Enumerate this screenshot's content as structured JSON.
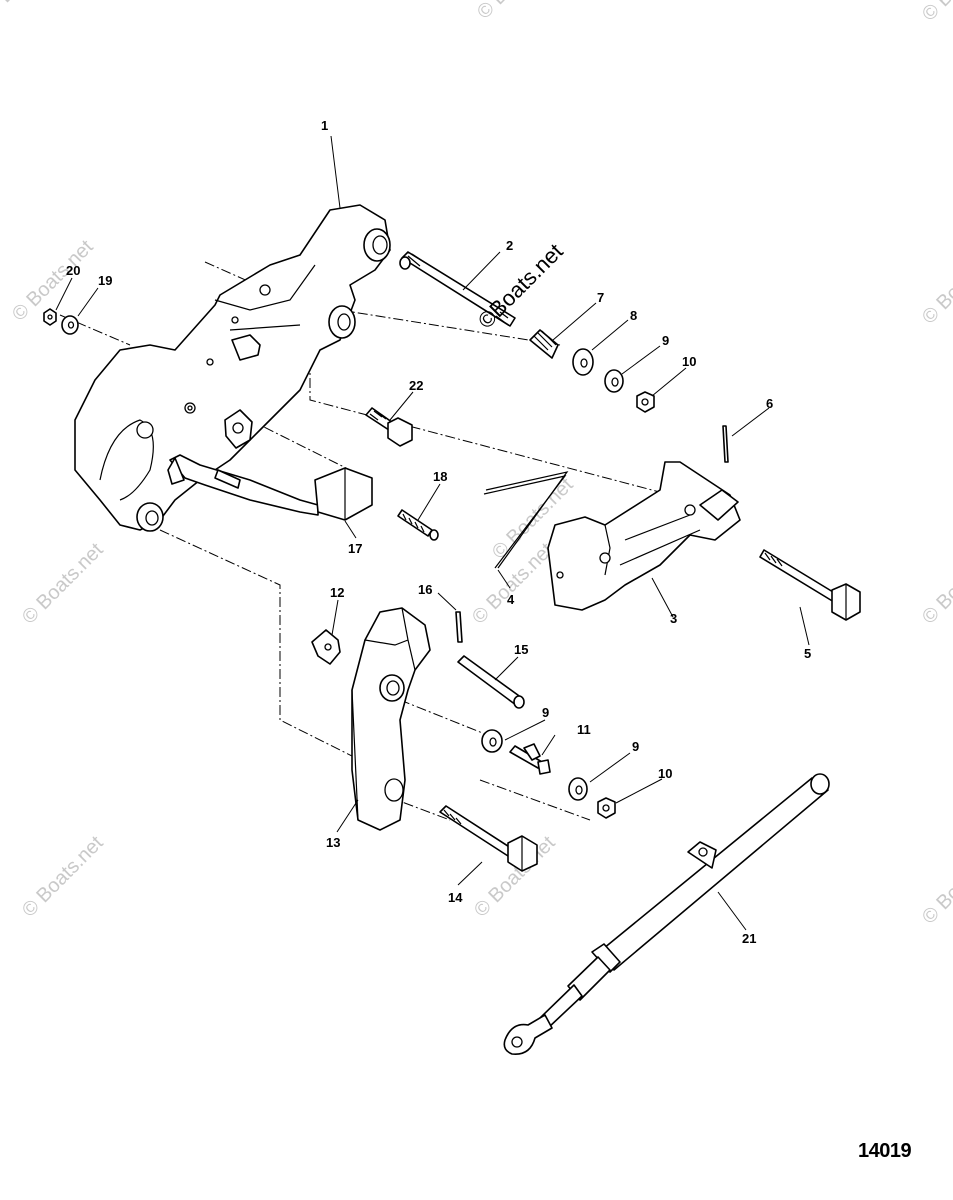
{
  "figure_number": "14019",
  "watermark": {
    "main_text": "©Boats.net",
    "tile_text": "© Boats.net",
    "color": "#c9c9c9"
  },
  "callouts": [
    {
      "id": "c1",
      "text": "1"
    },
    {
      "id": "c2",
      "text": "2"
    },
    {
      "id": "c3",
      "text": "3"
    },
    {
      "id": "c4",
      "text": "4"
    },
    {
      "id": "c5",
      "text": "5"
    },
    {
      "id": "c6",
      "text": "6"
    },
    {
      "id": "c7",
      "text": "7"
    },
    {
      "id": "c8",
      "text": "8"
    },
    {
      "id": "c9a",
      "text": "9"
    },
    {
      "id": "c10a",
      "text": "10"
    },
    {
      "id": "c11",
      "text": "11"
    },
    {
      "id": "c12",
      "text": "12"
    },
    {
      "id": "c13",
      "text": "13"
    },
    {
      "id": "c14",
      "text": "14"
    },
    {
      "id": "c15",
      "text": "15"
    },
    {
      "id": "c16",
      "text": "16"
    },
    {
      "id": "c17",
      "text": "17"
    },
    {
      "id": "c18",
      "text": "18"
    },
    {
      "id": "c19",
      "text": "19"
    },
    {
      "id": "c20",
      "text": "20"
    },
    {
      "id": "c21",
      "text": "21"
    },
    {
      "id": "c22",
      "text": "22"
    },
    {
      "id": "c9b",
      "text": "9"
    },
    {
      "id": "c9c",
      "text": "9"
    },
    {
      "id": "c10b",
      "text": "10"
    }
  ]
}
